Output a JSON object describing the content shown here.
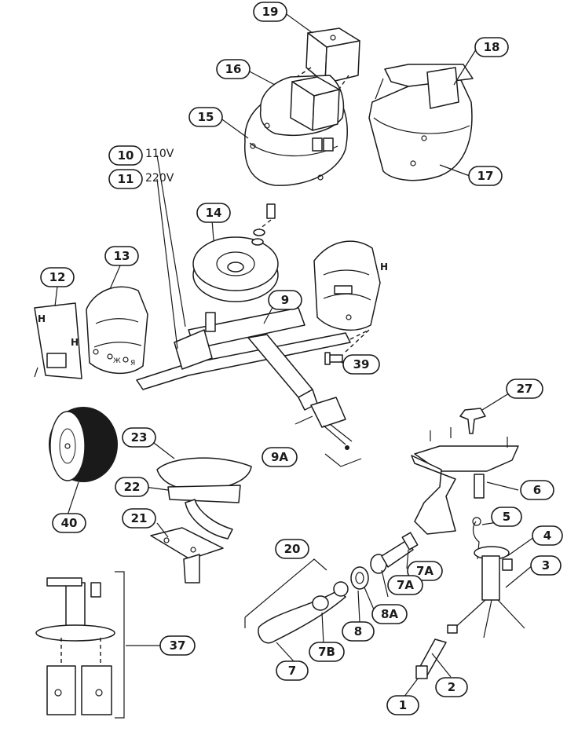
{
  "colors": {
    "line": "#1a1a1a",
    "background": "#ffffff"
  },
  "callouts": [
    {
      "id": "19",
      "label": "19"
    },
    {
      "id": "16",
      "label": "16"
    },
    {
      "id": "15",
      "label": "15"
    },
    {
      "id": "18",
      "label": "18"
    },
    {
      "id": "17",
      "label": "17"
    },
    {
      "id": "10",
      "label": "10",
      "note": "110V"
    },
    {
      "id": "11",
      "label": "11",
      "note": "220V"
    },
    {
      "id": "14",
      "label": "14"
    },
    {
      "id": "13",
      "label": "13"
    },
    {
      "id": "12",
      "label": "12"
    },
    {
      "id": "9",
      "label": "9"
    },
    {
      "id": "39",
      "label": "39"
    },
    {
      "id": "27",
      "label": "27"
    },
    {
      "id": "23",
      "label": "23"
    },
    {
      "id": "22",
      "label": "22"
    },
    {
      "id": "9A",
      "label": "9A"
    },
    {
      "id": "6",
      "label": "6"
    },
    {
      "id": "40",
      "label": "40"
    },
    {
      "id": "21",
      "label": "21"
    },
    {
      "id": "5",
      "label": "5"
    },
    {
      "id": "4",
      "label": "4"
    },
    {
      "id": "20",
      "label": "20"
    },
    {
      "id": "3",
      "label": "3"
    },
    {
      "id": "7A-upper",
      "label": "7A"
    },
    {
      "id": "7A-lower",
      "label": "7A"
    },
    {
      "id": "8A",
      "label": "8A"
    },
    {
      "id": "8",
      "label": "8"
    },
    {
      "id": "37",
      "label": "37"
    },
    {
      "id": "7B",
      "label": "7B"
    },
    {
      "id": "7",
      "label": "7"
    },
    {
      "id": "2",
      "label": "2"
    },
    {
      "id": "1",
      "label": "1"
    }
  ],
  "panel_markings": {
    "letters_left": [
      "H",
      "H"
    ],
    "letters_right": [
      "H"
    ],
    "speed_marks": [
      "Ж",
      "Я"
    ]
  }
}
